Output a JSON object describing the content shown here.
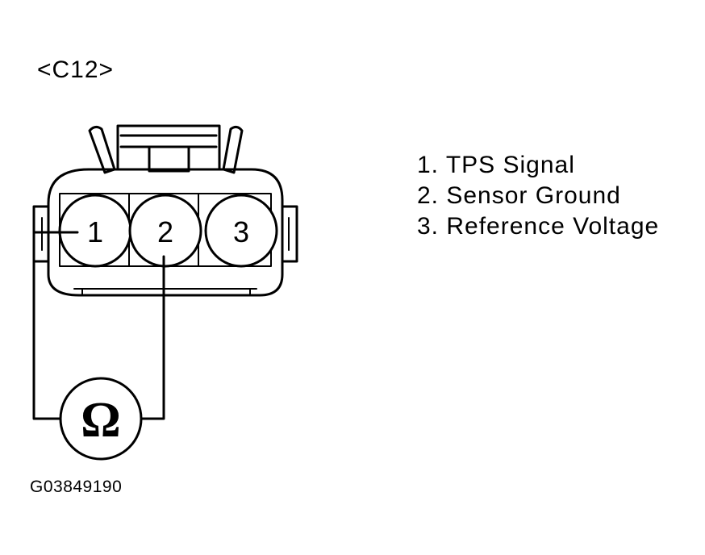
{
  "connector": {
    "label": "<C12>",
    "pins": [
      "1",
      "2",
      "3"
    ]
  },
  "legend": {
    "items": [
      "1. TPS Signal",
      "2. Sensor Ground",
      "3. Reference Voltage"
    ]
  },
  "meter": {
    "symbol": "Ω",
    "icon": "ohmmeter-icon"
  },
  "figure_code": "G03849190",
  "colors": {
    "line": "#000000",
    "background": "#ffffff"
  }
}
